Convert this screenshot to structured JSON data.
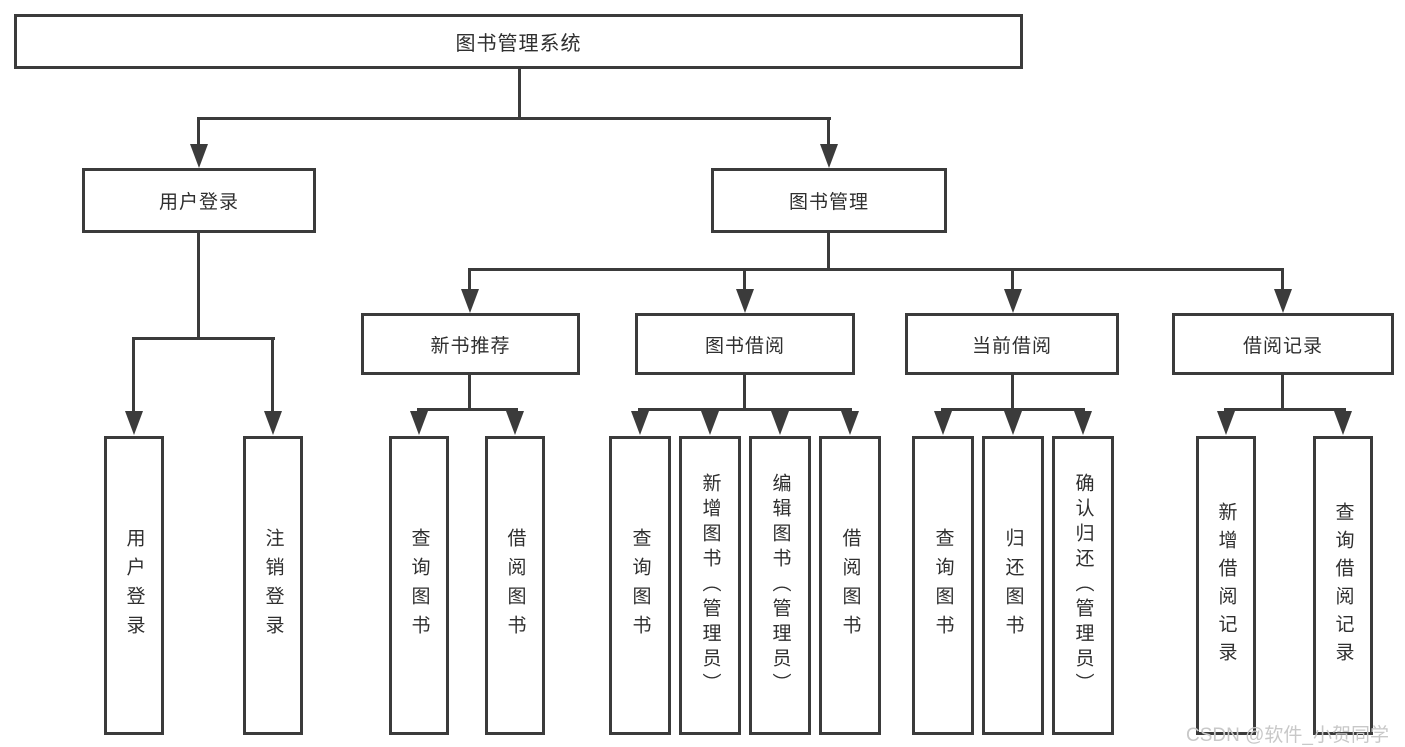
{
  "title": "图书管理系统",
  "level2": {
    "login": "用户登录",
    "management": "图书管理"
  },
  "level3": {
    "newbook": "新书推荐",
    "borrow": "图书借阅",
    "current": "当前借阅",
    "records": "借阅记录"
  },
  "leaves": {
    "login": "用户登录",
    "logout": "注销登录",
    "nb_query": "查询图书",
    "nb_borrow": "借阅图书",
    "bb_query": "查询图书",
    "bb_add": "新增图书（管理员）",
    "bb_edit": "编辑图书（管理员）",
    "bb_borrow": "借阅图书",
    "cb_query": "查询图书",
    "cb_return": "归还图书",
    "cb_confirm": "确认归还（管理员）",
    "br_add": "新增借阅记录",
    "br_query": "查询借阅记录"
  },
  "watermark": "CSDN @软件_小贺同学",
  "colors": {
    "line": "#3b3b3b",
    "text": "#2f2f2f",
    "background": "#ffffff",
    "watermark": "#c8c8c8"
  }
}
